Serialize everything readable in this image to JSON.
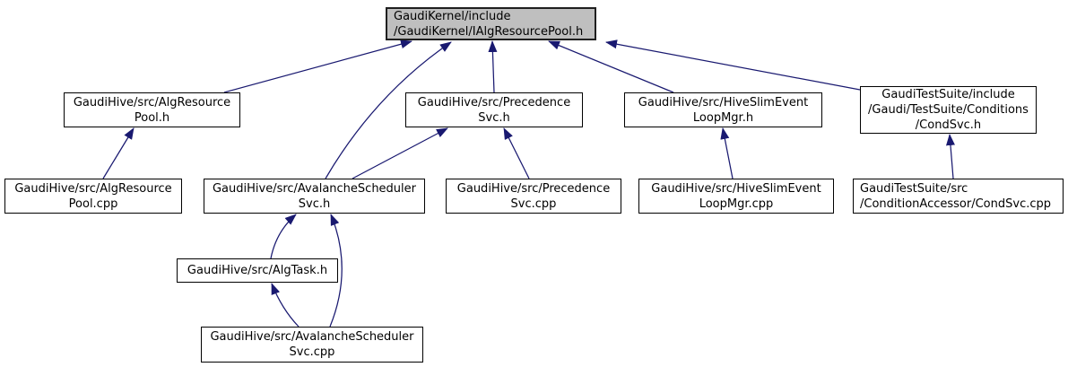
{
  "graph": {
    "type": "include-dependency-graph",
    "edge_color": "#191970",
    "highlight_fill": "#bfbfbf",
    "node_border_color": "#000000",
    "nodes": {
      "ialgresourcepool_h": {
        "label": "GaudiKernel/include\n/GaudiKernel/IAlgResourcePool.h",
        "highlighted": true
      },
      "algresourcepool_h": {
        "label": "GaudiHive/src/AlgResource\nPool.h"
      },
      "precedencesvc_h": {
        "label": "GaudiHive/src/Precedence\nSvc.h"
      },
      "hiveslimeventloopmgr_h": {
        "label": "GaudiHive/src/HiveSlimEvent\nLoopMgr.h"
      },
      "condsvc_h": {
        "label": "GaudiTestSuite/include\n/Gaudi/TestSuite/Conditions\n/CondSvc.h"
      },
      "algresourcepool_cpp": {
        "label": "GaudiHive/src/AlgResource\nPool.cpp"
      },
      "avalancheschedulersvc_h": {
        "label": "GaudiHive/src/AvalancheScheduler\nSvc.h"
      },
      "precedencesvc_cpp": {
        "label": "GaudiHive/src/Precedence\nSvc.cpp"
      },
      "hiveslimeventloopmgr_cpp": {
        "label": "GaudiHive/src/HiveSlimEvent\nLoopMgr.cpp"
      },
      "condsvc_cpp": {
        "label": "GaudiTestSuite/src\n/ConditionAccessor/CondSvc.cpp"
      },
      "algtask_h": {
        "label": "GaudiHive/src/AlgTask.h"
      },
      "avalancheschedulersvc_cpp": {
        "label": "GaudiHive/src/AvalancheScheduler\nSvc.cpp"
      }
    },
    "edges": [
      {
        "from": "algresourcepool_h",
        "to": "ialgresourcepool_h"
      },
      {
        "from": "precedencesvc_h",
        "to": "ialgresourcepool_h"
      },
      {
        "from": "hiveslimeventloopmgr_h",
        "to": "ialgresourcepool_h"
      },
      {
        "from": "condsvc_h",
        "to": "ialgresourcepool_h"
      },
      {
        "from": "avalancheschedulersvc_h",
        "to": "ialgresourcepool_h"
      },
      {
        "from": "algresourcepool_cpp",
        "to": "algresourcepool_h"
      },
      {
        "from": "avalancheschedulersvc_h",
        "to": "precedencesvc_h"
      },
      {
        "from": "precedencesvc_cpp",
        "to": "precedencesvc_h"
      },
      {
        "from": "hiveslimeventloopmgr_cpp",
        "to": "hiveslimeventloopmgr_h"
      },
      {
        "from": "condsvc_cpp",
        "to": "condsvc_h"
      },
      {
        "from": "algtask_h",
        "to": "avalancheschedulersvc_h"
      },
      {
        "from": "avalancheschedulersvc_cpp",
        "to": "avalancheschedulersvc_h"
      },
      {
        "from": "avalancheschedulersvc_cpp",
        "to": "algtask_h"
      }
    ]
  }
}
